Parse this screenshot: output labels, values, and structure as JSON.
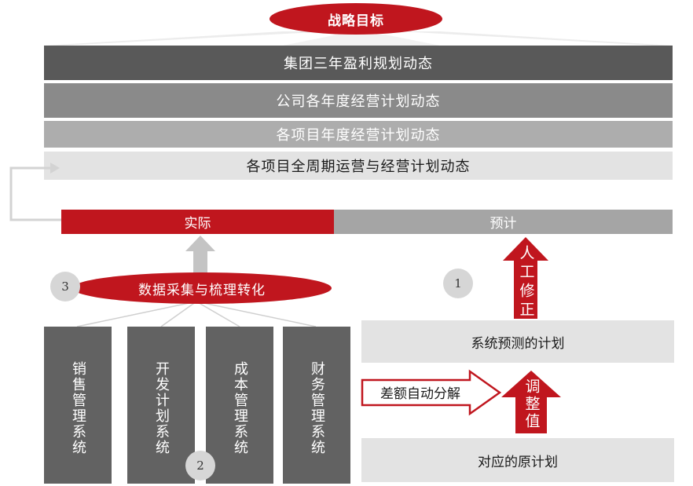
{
  "header": {
    "strategic_goal": "战略目标"
  },
  "bands": [
    "集团三年盈利规划动态",
    "公司各年度经营计划动态",
    "各项目年度经营计划动态",
    "各项目全周期运营与经营计划动态"
  ],
  "split_bar": {
    "actual": "实际",
    "forecast": "预计"
  },
  "data_collection": "数据采集与梳理转化",
  "systems": [
    "销售管理系统",
    "开发计划系统",
    "成本管理系统",
    "财务管理系统"
  ],
  "markers": [
    "1",
    "2",
    "3"
  ],
  "right": {
    "manual_correction": "人工修正",
    "system_forecast": "系统预测的计划",
    "auto_breakdown": "差额自动分解",
    "adjustment": "调整值",
    "original_plan": "对应的原计划"
  },
  "colors": {
    "red": "#c0161e",
    "dark_gray": "#595959",
    "mid_gray": "#8a8a8a",
    "light_gray": "#adadad",
    "pale_gray": "#e3e3e3"
  }
}
